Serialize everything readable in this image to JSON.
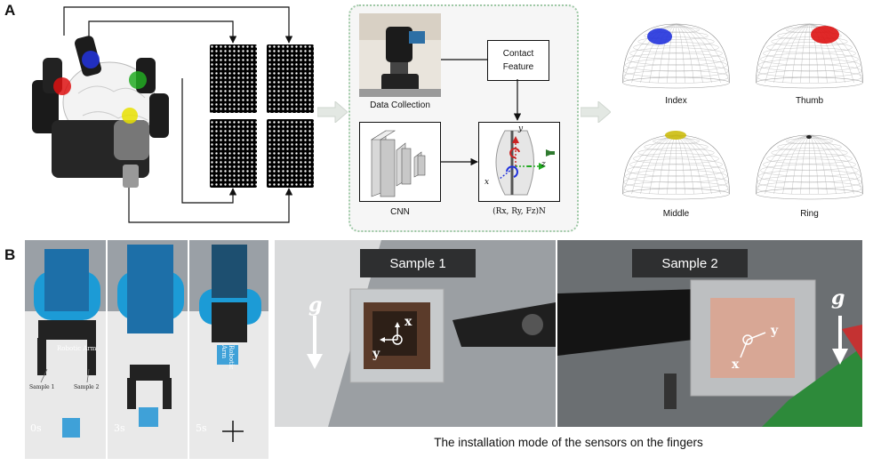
{
  "panelA": {
    "letter": "A",
    "data_collection_label": "Data Collection",
    "contact_feature_label": "Contact\nFeature",
    "cnn_label": "CNN",
    "force_label": "(Rx, Ry, Fz)N",
    "axis_labels": {
      "x": "x",
      "y": "y",
      "z": "z"
    },
    "fingers": [
      {
        "label": "Index",
        "color": "#2233dd"
      },
      {
        "label": "Thumb",
        "color": "#dd1111"
      },
      {
        "label": "Middle",
        "color": "#c9b800"
      },
      {
        "label": "Ring",
        "color": "#222222"
      }
    ]
  },
  "panelB": {
    "letter": "B",
    "timestamps": [
      "0s",
      "3s",
      "5s"
    ],
    "arm_text": "Robotic Arm",
    "sample_small": [
      "Sample 1",
      "Sample 2"
    ],
    "photo_labels": [
      "Sample 1",
      "Sample 2"
    ],
    "gravity_label": "g",
    "sensor_axes": {
      "x": "x",
      "y": "y"
    },
    "caption": "The installation mode of the sensors on the fingers"
  }
}
